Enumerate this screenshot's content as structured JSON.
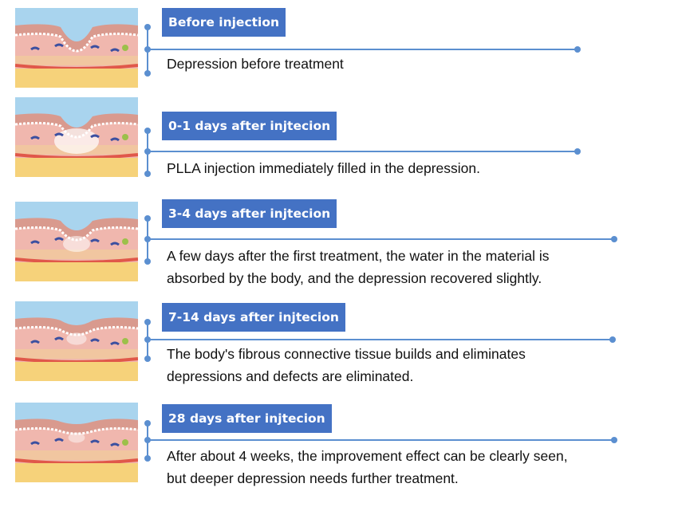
{
  "stages": [
    {
      "label": "Before injection",
      "lines": [
        "Depression before treatment"
      ]
    },
    {
      "label": "0-1 days after injtecion",
      "lines": [
        "PLLA injection immediately filled in the depression."
      ]
    },
    {
      "label": "3-4 days after injtecion",
      "lines": [
        "A few days after the first treatment, the water in the material is",
        "absorbed by the body, and the depression recovered slightly."
      ]
    },
    {
      "label": "7-14 days after injtecion",
      "lines": [
        "The body's fibrous connective tissue builds and eliminates",
        "depressions and defects are eliminated."
      ]
    },
    {
      "label": "28 days after injtecion",
      "lines": [
        "After about 4 weeks, the improvement effect can be clearly seen,",
        "but deeper depression needs further treatment."
      ]
    }
  ]
}
